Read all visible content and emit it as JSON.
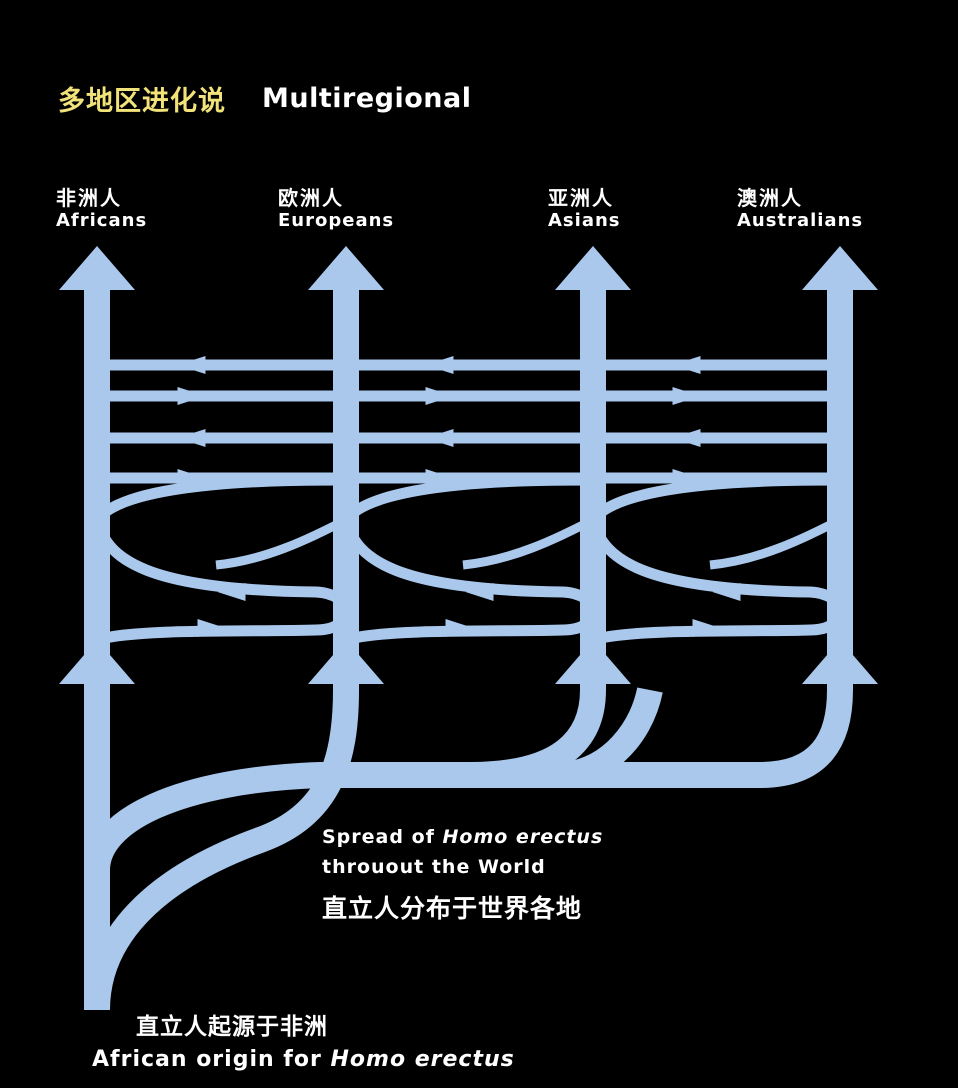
{
  "title": {
    "chinese": "多地区进化说",
    "english": "Multiregional"
  },
  "branches": [
    {
      "chinese": "非洲人",
      "english": "Africans"
    },
    {
      "chinese": "欧洲人",
      "english": "Europeans"
    },
    {
      "chinese": "亚洲人",
      "english": "Asians"
    },
    {
      "chinese": "澳洲人",
      "english": "Australians"
    }
  ],
  "spread_caption": {
    "line1_prefix": "Spread of ",
    "line1_italic": "Homo erectus",
    "line2": "throuout the World",
    "chinese": "直立人分布于世界各地"
  },
  "origin_caption": {
    "chinese": "直立人起源于非洲",
    "english_prefix": "African origin for ",
    "english_italic": "Homo erectus"
  },
  "colors": {
    "background": "#000000",
    "flow": "#a9c8ec",
    "title_chinese": "#f2e27a",
    "text": "#ffffff"
  }
}
